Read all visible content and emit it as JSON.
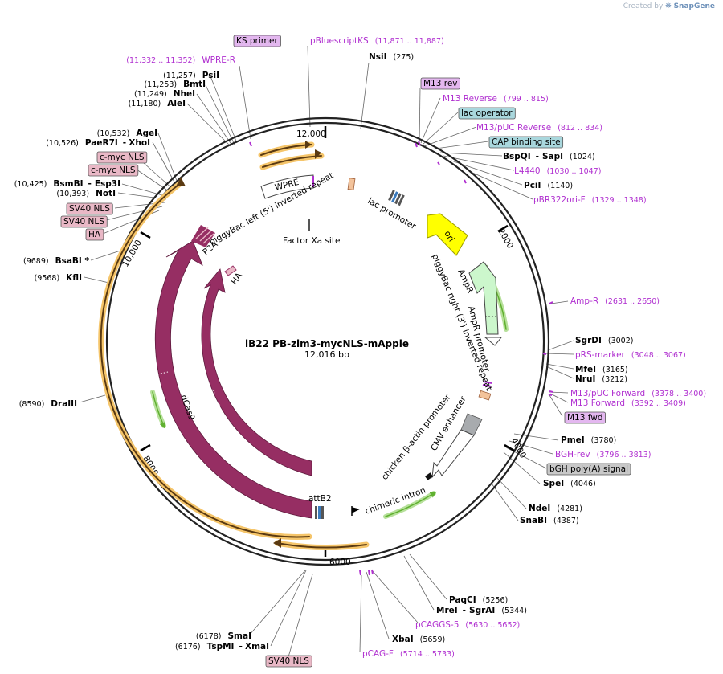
{
  "watermark": {
    "prefix": "Created by",
    "brand": "SnapGene"
  },
  "plasmid": {
    "name": "iB22 PB-zim3-mycNLS-mApple",
    "size": "12,016 bp"
  },
  "ticks": [
    "12,000",
    "2000",
    "4000",
    "6000",
    "8000",
    "10,000"
  ],
  "enzymes": [
    {
      "name": "NsiI",
      "pos": "(275)"
    },
    {
      "name": "BspQI",
      "sep": "-",
      "name2": "SapI",
      "pos": "(1024)"
    },
    {
      "name": "PciI",
      "pos": "(1140)"
    },
    {
      "name": "SgrDI",
      "pos": "(3002)"
    },
    {
      "name": "MfeI",
      "pos": "(3165)"
    },
    {
      "name": "NruI",
      "pos": "(3212)"
    },
    {
      "name": "PmeI",
      "pos": "(3780)"
    },
    {
      "name": "SpeI",
      "pos": "(4046)"
    },
    {
      "name": "NdeI",
      "pos": "(4281)"
    },
    {
      "name": "SnaBI",
      "pos": "(4387)"
    },
    {
      "name": "PaqCI",
      "pos": "(5256)"
    },
    {
      "name": "MreI",
      "sep": "-",
      "name2": "SgrAI",
      "pos": "(5344)"
    },
    {
      "name": "XbaI",
      "pos": "(5659)"
    },
    {
      "name": "SmaI",
      "pos": "(6178)"
    },
    {
      "name": "TspMI",
      "sep": "-",
      "name2": "XmaI",
      "pos": "(6176)"
    },
    {
      "name": "DraIII",
      "pos": "(8590)"
    },
    {
      "name": "KflI",
      "pos": "(9568)"
    },
    {
      "name": "BsaBI *",
      "pos": "(9689)"
    },
    {
      "name": "NotI",
      "pos": "(10,393)"
    },
    {
      "name": "BsmBI",
      "sep": "-",
      "name2": "Esp3I",
      "pos": "(10,425)"
    },
    {
      "name": "PaeR7I",
      "sep": "-",
      "name2": "XhoI",
      "pos": "(10,526)"
    },
    {
      "name": "AgeI",
      "pos": "(10,532)"
    },
    {
      "name": "AleI",
      "pos": "(11,180)"
    },
    {
      "name": "NheI",
      "pos": "(11,249)"
    },
    {
      "name": "BmtI",
      "pos": "(11,253)"
    },
    {
      "name": "PsiI",
      "pos": "(11,257)"
    }
  ],
  "primers": [
    {
      "name": "pBluescriptKS",
      "pos": "(11,871 .. 11,887)"
    },
    {
      "name": "WPRE-R",
      "pos": "(11,332 .. 11,352)"
    },
    {
      "name": "M13 Reverse",
      "pos": "(799 .. 815)"
    },
    {
      "name": "M13/pUC Reverse",
      "pos": "(812 .. 834)"
    },
    {
      "name": "L4440",
      "pos": "(1030 .. 1047)"
    },
    {
      "name": "pBR322ori-F",
      "pos": "(1329 .. 1348)"
    },
    {
      "name": "Amp-R",
      "pos": "(2631 .. 2650)"
    },
    {
      "name": "pRS-marker",
      "pos": "(3048 .. 3067)"
    },
    {
      "name": "M13/pUC Forward",
      "pos": "(3378 .. 3400)"
    },
    {
      "name": "M13 Forward",
      "pos": "(3392 .. 3409)"
    },
    {
      "name": "BGH-rev",
      "pos": "(3796 .. 3813)"
    },
    {
      "name": "pCAGGS-5",
      "pos": "(5630 .. 5652)"
    },
    {
      "name": "pCAG-F",
      "pos": "(5714 .. 5733)"
    }
  ],
  "boxed": [
    {
      "label": "KS primer",
      "color": "#e3b7ef"
    },
    {
      "label": "M13 rev",
      "color": "#e3b7ef"
    },
    {
      "label": "lac operator",
      "color": "#a9d7dd"
    },
    {
      "label": "CAP binding site",
      "color": "#a9d7dd"
    },
    {
      "label": "M13 fwd",
      "color": "#e3b7ef"
    },
    {
      "label": "bGH poly(A) signal",
      "color": "#c8c8c8"
    },
    {
      "label": "SV40 NLS",
      "color": "#e9b8c6"
    },
    {
      "label": "c-myc NLS",
      "color": "#e9b8c6"
    },
    {
      "label": "c-myc NLS",
      "color": "#e9b8c6"
    },
    {
      "label": "SV40 NLS",
      "color": "#e9b8c6"
    },
    {
      "label": "SV40 NLS",
      "color": "#e9b8c6"
    },
    {
      "label": "HA",
      "color": "#e9b8c6"
    }
  ],
  "features": [
    "WPRE",
    "piggyBac left (5') inverted repeat",
    "Factor Xa site",
    "lac promoter",
    "ori",
    "AmpR",
    "piggyBac right (3') inverted repeat",
    "AmpR promoter",
    "CMV enhancer",
    "chicken β-actin promoter",
    "chimeric intron",
    "attB2",
    "dCas9",
    "Cas9",
    "P2A",
    "HA"
  ],
  "colors": {
    "cds": "#962e63",
    "ori": "#ffff00",
    "ampr": "#ccf7cc",
    "orange": "#f0a030",
    "primer": "#b030d0",
    "green": "#60b030"
  }
}
